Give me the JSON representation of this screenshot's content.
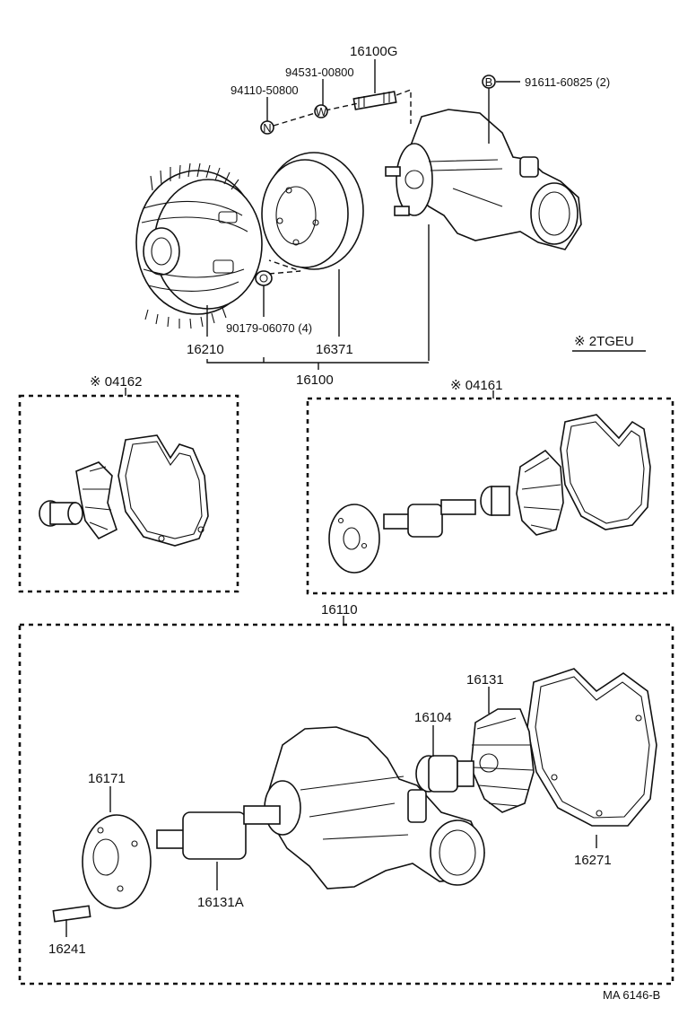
{
  "labels": {
    "p16100G": "16100G",
    "p94531": "94531-00800",
    "p94110": "94110-50800",
    "p91611": "91611-60825 (2)",
    "p90179": "90179-06070 (4)",
    "p16210": "16210",
    "p16371": "16371",
    "p16100": "16100",
    "variant_2tgeu": "※ 2TGEU",
    "kit_04162": "※ 04162",
    "kit_04161": "※ 04161",
    "p16110": "16110",
    "p16131": "16131",
    "p16104": "16104",
    "p16171": "16171",
    "p16271": "16271",
    "p16131A": "16131A",
    "p16241": "16241",
    "ref_code": "MA  6146-B"
  },
  "markers": {
    "n": "N",
    "w": "W",
    "b": "B"
  }
}
